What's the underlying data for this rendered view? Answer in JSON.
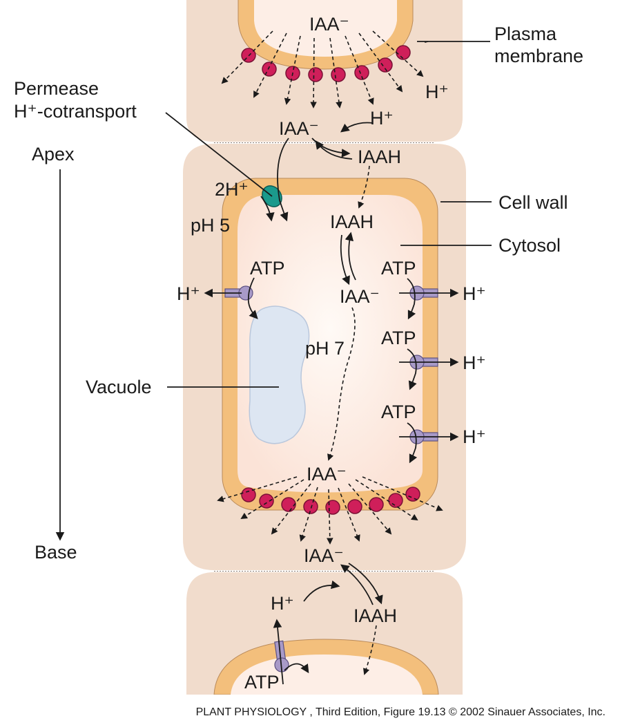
{
  "labels": {
    "plasma_membrane": "Plasma\nmembrane",
    "permease": "Permease\nH⁺-cotransport",
    "apex": "Apex",
    "base": "Base",
    "cell_wall": "Cell wall",
    "cytosol": "Cytosol",
    "vacuole": "Vacuole",
    "ph5": "pH 5",
    "ph7": "pH 7"
  },
  "species": {
    "iaa_anion": "IAA⁻",
    "iaah": "IAAH",
    "h_plus": "H⁺",
    "two_h_plus": "2H⁺",
    "atp": "ATP"
  },
  "caption": "PLANT PHYSIOLOGY , Third Edition, Figure 19.13  © 2002 Sinauer Associates, Inc.",
  "colors": {
    "cell_wall": "#f1dccc",
    "membrane": "#f3bf7c",
    "cytosol": "#fdeee6",
    "vacuole": "#dde6f2",
    "efflux_carrier": "#cf1f5a",
    "permease": "#1b9a8c",
    "atpase": "#a89ac8"
  }
}
